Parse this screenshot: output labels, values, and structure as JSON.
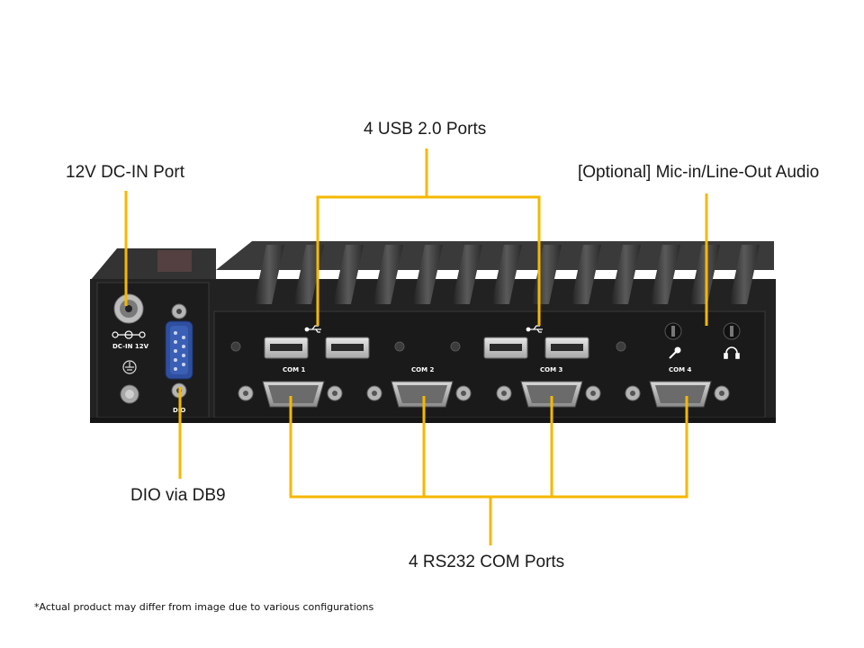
{
  "callouts": {
    "usb": "4 USB 2.0 Ports",
    "dc_in": "12V DC-IN Port",
    "audio": "[Optional] Mic-in/Line-Out Audio",
    "dio": "DIO via DB9",
    "com": "4 RS232 COM Ports"
  },
  "panel_labels": {
    "dc_in": "DC-IN 12V",
    "dio": "DIO",
    "com1": "COM 1",
    "com2": "COM 2",
    "com3": "COM 3",
    "com4": "COM 4"
  },
  "footnote": "*Actual product may differ from image due to various configurations",
  "colors": {
    "leader": "#F5B800",
    "chassis": "#2a2a2a",
    "fins": "#4a4a4a",
    "db9_blue": "#3a5fb5"
  }
}
